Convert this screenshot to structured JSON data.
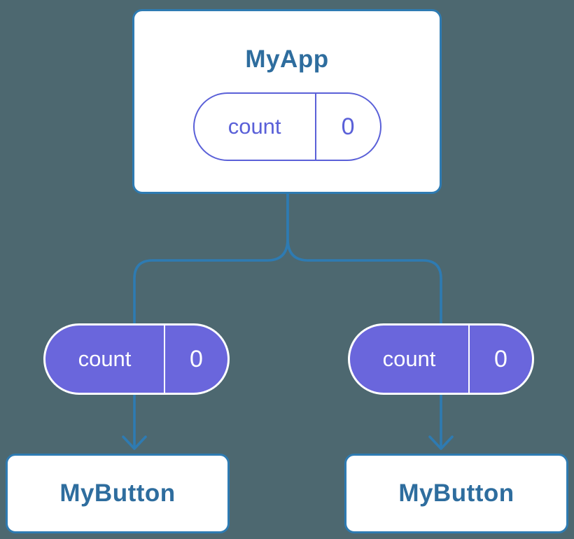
{
  "diagram": {
    "kind": "component-tree",
    "root": {
      "title": "MyApp",
      "state": {
        "name": "count",
        "value": "0"
      }
    },
    "children": [
      {
        "title": "MyButton",
        "prop": {
          "name": "count",
          "value": "0"
        }
      },
      {
        "title": "MyButton",
        "prop": {
          "name": "count",
          "value": "0"
        }
      }
    ],
    "colors": {
      "background": "#4D6870",
      "connector": "#2E7BB2",
      "box_border": "#2E7BB2",
      "box_fill": "#ffffff",
      "title_text": "#2E6D9E",
      "state_pill_outline": "#5A60D8",
      "prop_pill_fill": "#6A66DC",
      "prop_pill_text": "#ffffff"
    }
  }
}
